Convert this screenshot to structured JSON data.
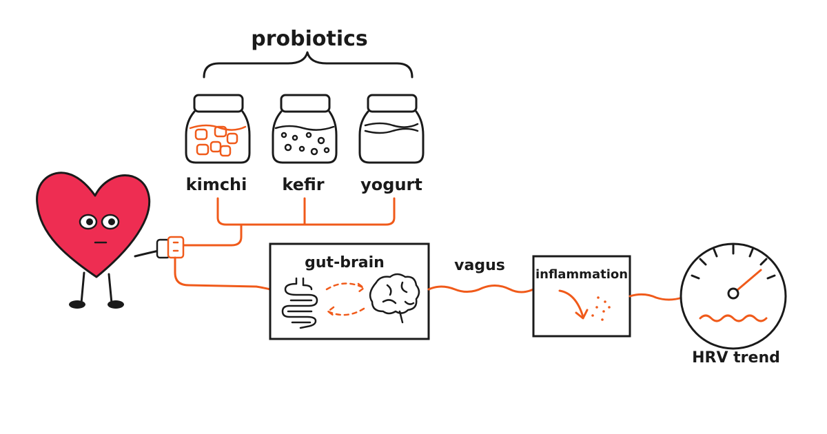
{
  "labels": {
    "group_title": "probiotics",
    "kimchi": "kimchi",
    "kefir": "kefir",
    "yogurt": "yogurt",
    "gut_brain": "gut-brain",
    "vagus": "vagus",
    "inflammation": "inflammation",
    "hrv_trend": "HRV trend"
  },
  "colors": {
    "ink": "#1a1a1a",
    "accent": "#f05a1a",
    "heart": "#ee2d52",
    "background": "#ffffff"
  },
  "icons": [
    "heart-character",
    "jar-icon",
    "gut-icon",
    "brain-icon",
    "gauge-icon"
  ]
}
